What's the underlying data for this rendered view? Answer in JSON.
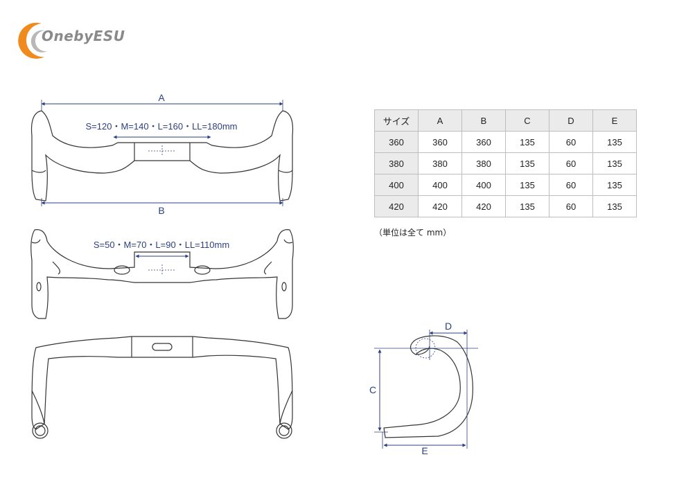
{
  "logo": {
    "text": "OnebyESU",
    "accent": "#f08a1c"
  },
  "colors": {
    "dimension": "#2b3f82",
    "outline": "#333333"
  },
  "diagram": {
    "top_label_A": "A",
    "top_label_B": "B",
    "top_clamp_widths": "S=120・M=140・L=160・LL=180mm",
    "middle_clamp_widths": "S=50・M=70・L=90・LL=110mm",
    "side_label_C": "C",
    "side_label_D": "D",
    "side_label_E": "E"
  },
  "table": {
    "headers": [
      "サイズ",
      "A",
      "B",
      "C",
      "D",
      "E"
    ],
    "rows": [
      [
        "360",
        "360",
        "360",
        "135",
        "60",
        "135"
      ],
      [
        "380",
        "380",
        "380",
        "135",
        "60",
        "135"
      ],
      [
        "400",
        "400",
        "400",
        "135",
        "60",
        "135"
      ],
      [
        "420",
        "420",
        "420",
        "135",
        "60",
        "135"
      ]
    ]
  },
  "unit_note": "（単位は全て mm）"
}
